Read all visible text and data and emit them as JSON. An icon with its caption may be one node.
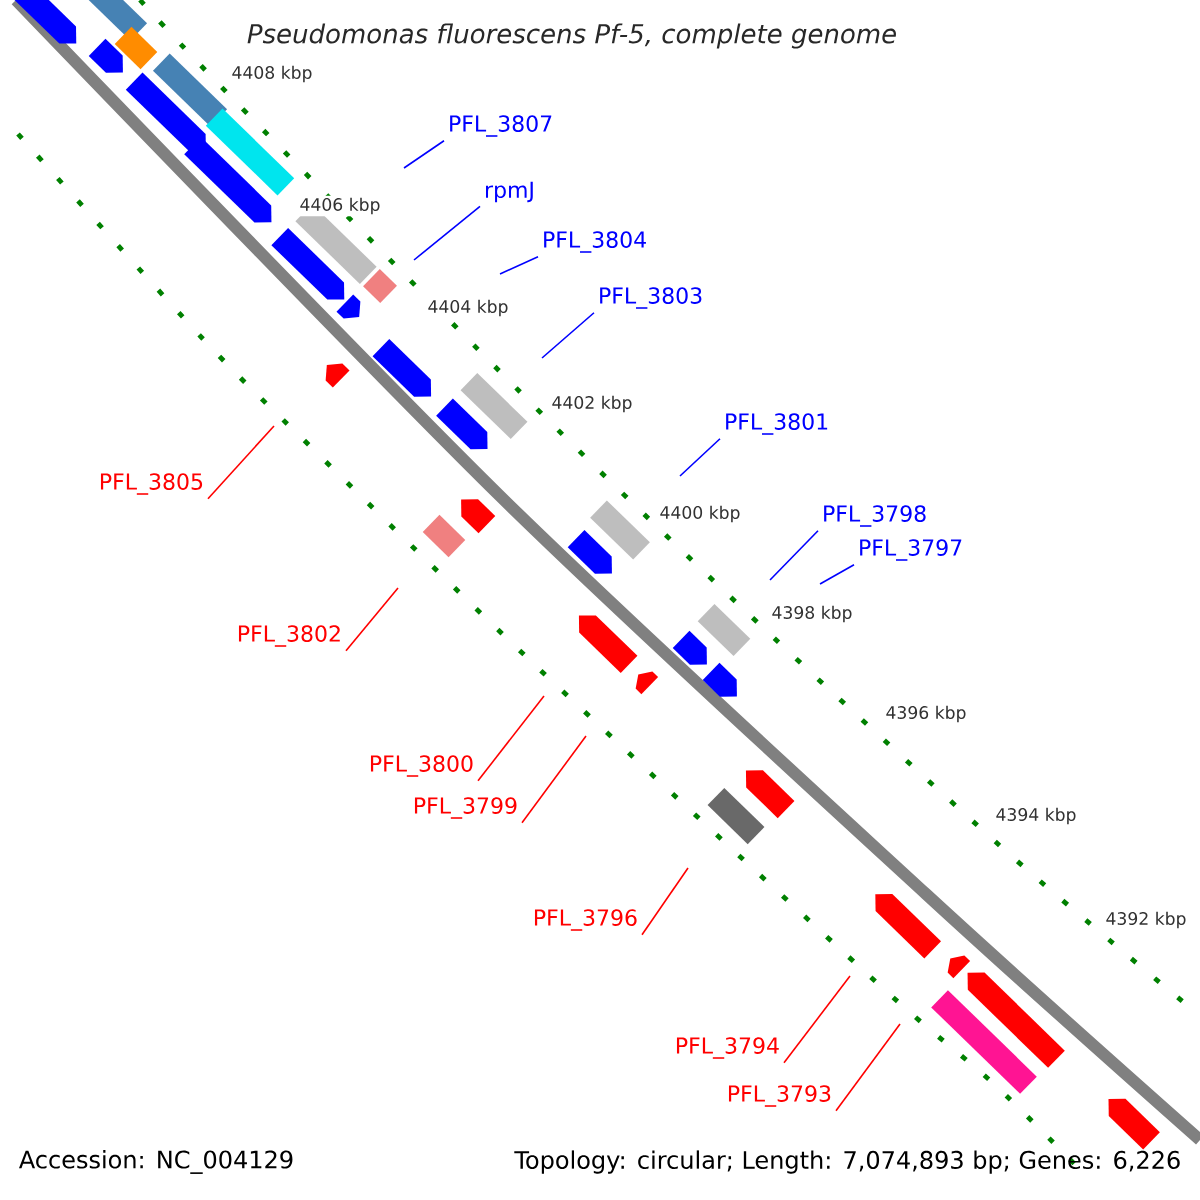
{
  "diagram": {
    "title": "Pseudomonas fluorescens Pf-5, complete genome",
    "nodes": [
      {
        "text": [
          "PFL_3807"
        ]
      },
      {
        "text": [
          "rpmJ"
        ]
      },
      {
        "text": [
          "PFL_3804"
        ]
      },
      {
        "text": [
          "PFL_3803"
        ]
      },
      {
        "text": [
          "PFL_3801"
        ]
      },
      {
        "text": [
          "PFL_3805"
        ]
      },
      {
        "text": [
          "PFL_3798"
        ]
      },
      {
        "text": [
          "PFL_3797"
        ]
      },
      {
        "text": [
          "PFL_3802"
        ]
      },
      {
        "text": [
          "PFL_3800"
        ]
      },
      {
        "text": [
          "PFL_3799"
        ]
      },
      {
        "text": [
          "PFL_3796"
        ]
      },
      {
        "text": [
          "PFL_3794"
        ]
      },
      {
        "text": [
          "PFL_3793"
        ]
      }
    ],
    "edges": [
      {
        "from": 0,
        "to": null,
        "arrow": "none"
      },
      {
        "from": 1,
        "to": null,
        "arrow": "none"
      },
      {
        "from": 2,
        "to": null,
        "arrow": "none"
      },
      {
        "from": 3,
        "to": null,
        "arrow": "none"
      },
      {
        "from": 4,
        "to": null,
        "arrow": "none"
      },
      {
        "from": 5,
        "to": null,
        "arrow": "none",
        "color": "#ff0000"
      },
      {
        "from": 6,
        "to": null,
        "arrow": "none"
      },
      {
        "from": 7,
        "to": null,
        "arrow": "none"
      },
      {
        "from": 8,
        "to": null,
        "arrow": "none",
        "color": "#ff0000"
      },
      {
        "from": 9,
        "to": null,
        "arrow": "none",
        "color": "#ff0000"
      },
      {
        "from": 10,
        "to": null,
        "arrow": "none",
        "color": "#ff0000"
      },
      {
        "from": 11,
        "to": null,
        "arrow": "none",
        "color": "#ff0000"
      },
      {
        "from": 12,
        "to": null,
        "arrow": "none",
        "color": "#ff0000"
      },
      {
        "from": 13,
        "to": null,
        "arrow": "none",
        "color": "#ff0000"
      }
    ],
    "labels": [
      "4408 kbp",
      "4406 kbp",
      "4404 kbp",
      "4402 kbp",
      "4400 kbp",
      "4398 kbp",
      "4396 kbp",
      "4394 kbp",
      "4392 kbp",
      "Accession: NC_004129",
      "Topology: circular; Length: 7,074,893 bp; Genes: 6,226"
    ]
  }
}
